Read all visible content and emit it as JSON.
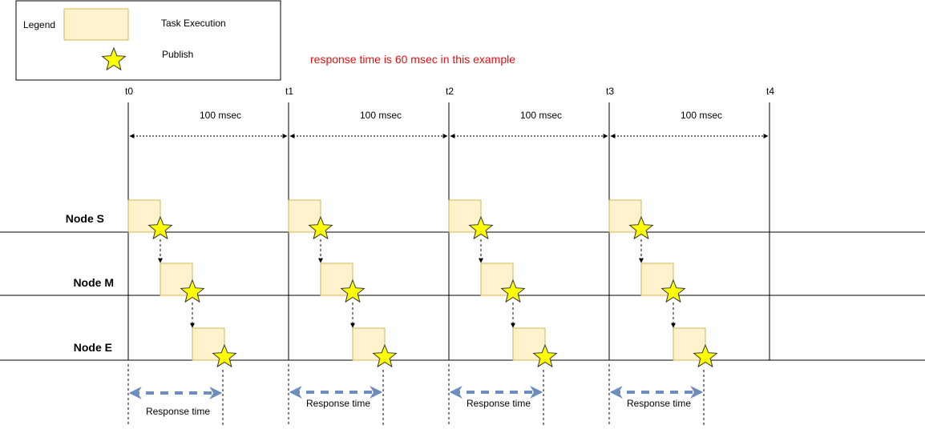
{
  "legend": {
    "title": "Legend",
    "task_label": "Task Execution",
    "publish_label": "Publish"
  },
  "note": {
    "text": "response time is 60 msec in this example",
    "color": "#e01010"
  },
  "times": [
    "t0",
    "t1",
    "t2",
    "t3",
    "t4"
  ],
  "period_label": "100 msec",
  "periods": 4,
  "nodes": [
    "Node S",
    "Node M",
    "Node E"
  ],
  "response_label": "Response time",
  "colors": {
    "task_fill": "#fff2cc",
    "task_stroke": "#d6b656",
    "star_fill": "#ffff00",
    "star_stroke": "#333333",
    "response_arrow": "#6c8ebf"
  }
}
